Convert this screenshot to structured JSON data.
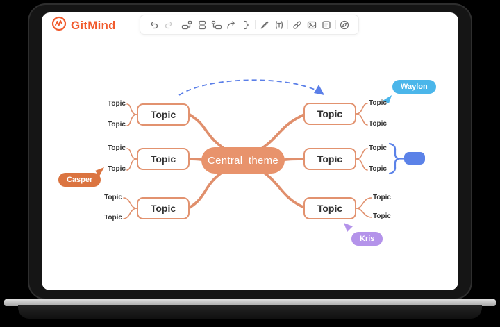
{
  "app": {
    "name": "GitMind",
    "brand_color": "#F15B2D"
  },
  "toolbar": {
    "icons": [
      {
        "name": "undo",
        "disabled": false
      },
      {
        "name": "redo",
        "disabled": true
      },
      {
        "name": "insert-sibling-topic",
        "disabled": false
      },
      {
        "name": "insert-child-topic",
        "disabled": false
      },
      {
        "name": "insert-parent-topic",
        "disabled": false
      },
      {
        "name": "relationship",
        "disabled": false
      },
      {
        "name": "summary",
        "disabled": false
      },
      {
        "name": "style-brush",
        "disabled": false
      },
      {
        "name": "text",
        "disabled": false
      },
      {
        "name": "link",
        "disabled": false
      },
      {
        "name": "image",
        "disabled": false
      },
      {
        "name": "comment",
        "disabled": false
      },
      {
        "name": "overview",
        "disabled": false
      }
    ]
  },
  "mindmap": {
    "central": {
      "label": "Central theme",
      "fill": "#E8936C",
      "text_color": "#FFFFFF"
    },
    "branch_color": "#E08F6C",
    "relation_color": "#5B7FE8",
    "summary_color": "#5B82E8",
    "left_topics": [
      {
        "label": "Topic",
        "subtopics": [
          "Topic",
          "Topic"
        ]
      },
      {
        "label": "Topic",
        "subtopics": [
          "Topic",
          "Topic"
        ]
      },
      {
        "label": "Topic",
        "subtopics": [
          "Topic",
          "Topic"
        ]
      }
    ],
    "right_topics": [
      {
        "label": "Topic",
        "subtopics": [
          "Topic",
          "Topic"
        ]
      },
      {
        "label": "Topic",
        "subtopics": [
          "Topic",
          "Topic"
        ]
      },
      {
        "label": "Topic",
        "subtopics": [
          "Topic",
          "Topic"
        ]
      }
    ],
    "collaborators": [
      {
        "name": "Casper",
        "color": "#DB7440"
      },
      {
        "name": "Waylon",
        "color": "#4BB6EA"
      },
      {
        "name": "Kris",
        "color": "#B493EA"
      }
    ]
  }
}
